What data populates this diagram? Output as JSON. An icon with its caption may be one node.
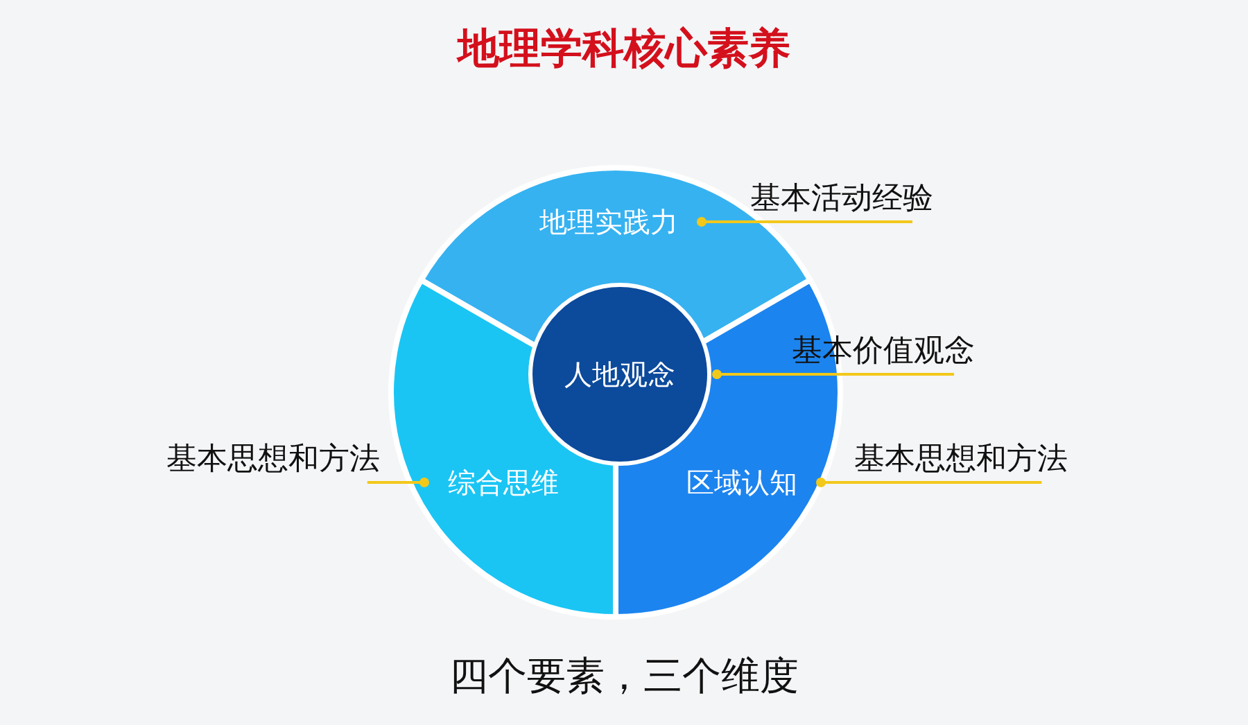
{
  "diagram": {
    "title": "地理学科核心素养",
    "nodes": [
      {
        "text": [
          "地理实践力"
        ]
      },
      {
        "text": [
          "人地观念"
        ]
      },
      {
        "text": [
          "综合思维"
        ]
      },
      {
        "text": [
          "区域认知"
        ]
      },
      {
        "text": [
          "基本活动经验"
        ]
      },
      {
        "text": [
          "基本价值观念"
        ]
      },
      {
        "text": [
          "基本思想和方法"
        ]
      },
      {
        "text": [
          "基本思想和方法"
        ]
      }
    ],
    "edges": [
      {
        "from": 0,
        "to": 4,
        "arrow": "other",
        "color": "#f2c81a"
      },
      {
        "from": 1,
        "to": 5,
        "arrow": "other",
        "color": "#f2c81a"
      },
      {
        "from": 2,
        "to": 6,
        "arrow": "other",
        "color": "#f2c81a"
      },
      {
        "from": 3,
        "to": 7,
        "arrow": "other",
        "color": "#f2c81a"
      }
    ],
    "caption": "四个要素，三个维度"
  }
}
